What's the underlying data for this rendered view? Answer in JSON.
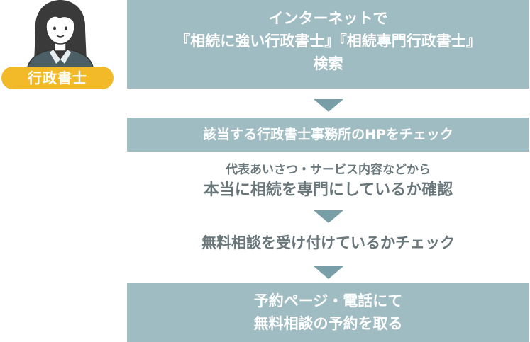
{
  "actor": {
    "role_label": "行政書士",
    "icon": "woman-avatar-icon"
  },
  "colors": {
    "box_fill": "#9fbcc3",
    "arrow": "#789ea7",
    "plain_text": "#69767a",
    "badge_fill": "#f2b929"
  },
  "steps": [
    {
      "lines": [
        "インターネットで",
        "『相続に強い行政書士』『相続専門行政書士』",
        "検索"
      ]
    },
    {
      "lines": [
        "該当する行政書士事務所のHPをチェック"
      ]
    },
    {
      "sub": "代表あいさつ・サービス内容などから",
      "main": "本当に相続を専門にしているか確認"
    },
    {
      "main": "無料相談を受け付けているかチェック"
    },
    {
      "lines": [
        "予約ページ・電話にて",
        "無料相談の予約を取る"
      ]
    }
  ]
}
